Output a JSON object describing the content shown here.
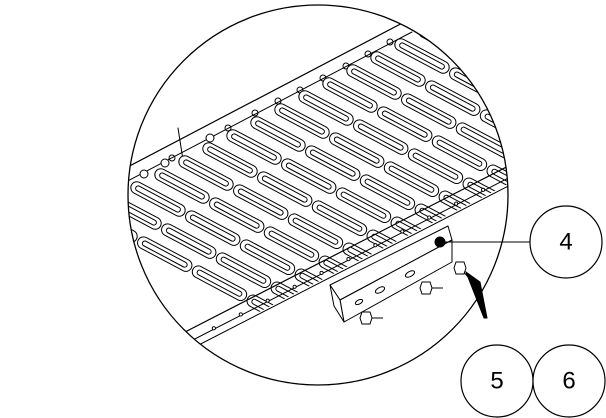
{
  "diagram": {
    "callouts": [
      {
        "id": "callout-4",
        "label": "4"
      },
      {
        "id": "callout-5",
        "label": "5"
      },
      {
        "id": "callout-6",
        "label": "6"
      }
    ],
    "colors": {
      "line": "#000000",
      "background": "#ffffff"
    }
  }
}
